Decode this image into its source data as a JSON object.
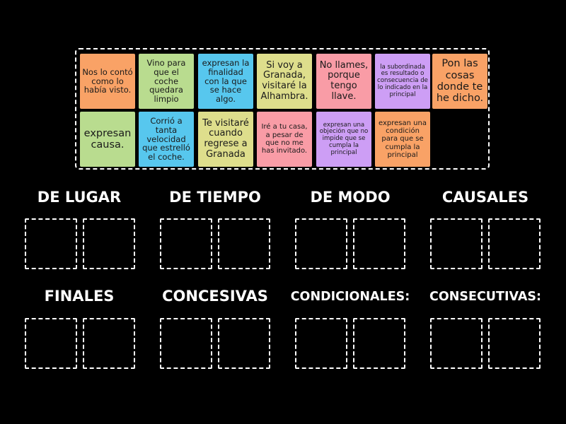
{
  "colors": {
    "background": "#000000",
    "orange": "#f9a266",
    "green": "#b9dc8f",
    "blue": "#57c7ee",
    "yellow": "#dede8c",
    "pink": "#f99ca6",
    "purple": "#cd9ef5"
  },
  "cards": [
    {
      "text": "Nos lo contó como lo había visto.",
      "color": "#f9a266"
    },
    {
      "text": "Vino para que el coche quedara limpio",
      "color": "#b9dc8f"
    },
    {
      "text": "expresan la finalidad con la que se hace algo.",
      "color": "#57c7ee"
    },
    {
      "text": "Si voy a Granada, visitaré la Alhambra.",
      "color": "#dede8c"
    },
    {
      "text": "No llames, porque tengo llave.",
      "color": "#f99ca6"
    },
    {
      "text": "la subordinada es resultado o consecuencia de lo indicado en la principal",
      "color": "#cd9ef5"
    },
    {
      "text": "Pon las cosas donde te he dicho.",
      "color": "#f9a266"
    },
    {
      "text": "expresan causa.",
      "color": "#b9dc8f"
    },
    {
      "text": "Corrió a tanta velocidad que estrelló el coche.",
      "color": "#57c7ee"
    },
    {
      "text": "Te visitaré cuando regrese a Granada",
      "color": "#dede8c"
    },
    {
      "text": "Iré a tu casa, a pesar de que no me has invitado.",
      "color": "#f99ca6"
    },
    {
      "text": "expresan una objeción que no impide que se cumpla la principal",
      "color": "#cd9ef5"
    },
    {
      "text": "expresan una condición para que se cumpla la principal",
      "color": "#f9a266"
    }
  ],
  "categories": [
    {
      "title": "DE LUGAR"
    },
    {
      "title": "DE TIEMPO"
    },
    {
      "title": "DE MODO"
    },
    {
      "title": "CAUSALES"
    },
    {
      "title": "FINALES"
    },
    {
      "title": "CONCESIVAS"
    },
    {
      "title": "CONDICIONALES:"
    },
    {
      "title": "CONSECUTIVAS:"
    }
  ]
}
